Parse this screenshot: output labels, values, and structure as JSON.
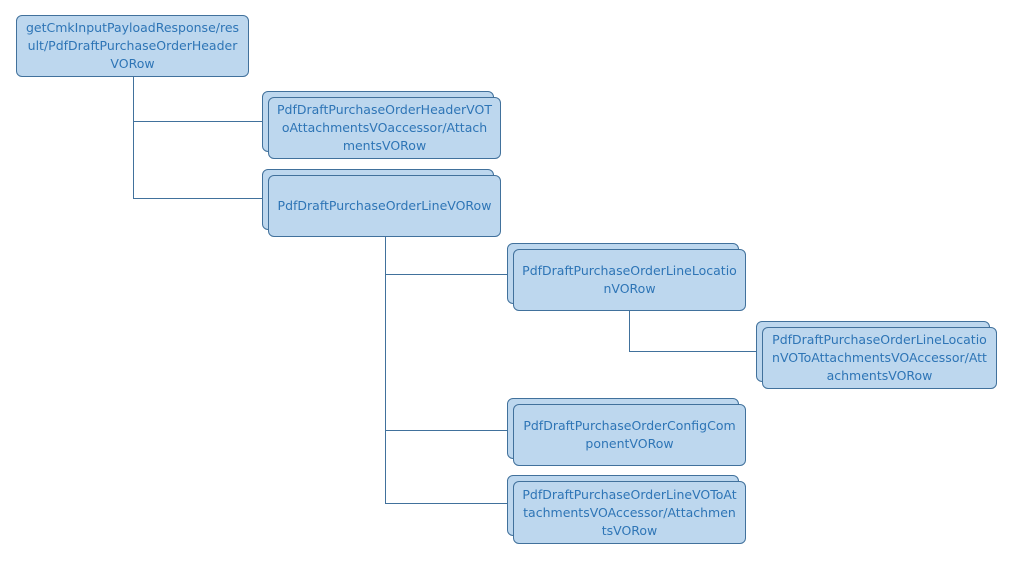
{
  "diagram": {
    "type": "hierarchy",
    "colors": {
      "node_fill": "#bdd7ee",
      "node_border": "#41719c",
      "node_text": "#2e75b6",
      "connector": "#41719c"
    },
    "nodes": {
      "root": {
        "label": "getCmkInputPayloadResponse/result/PdfDraftPurchaseOrderHeaderVORow",
        "stacked": false
      },
      "header_attachments": {
        "label": "PdfDraftPurchaseOrderHeaderVOToAttachmentsVOaccessor/AttachmentsVORow",
        "stacked": true
      },
      "line": {
        "label": "PdfDraftPurchaseOrderLineVORow",
        "stacked": true
      },
      "line_location": {
        "label": "PdfDraftPurchaseOrderLineLocationVORow",
        "stacked": true
      },
      "line_location_attachments": {
        "label": "PdfDraftPurchaseOrderLineLocationVOToAttachmentsVOAccessor/AttachmentsVORow",
        "stacked": true
      },
      "config_component": {
        "label": "PdfDraftPurchaseOrderConfigComponentVORow",
        "stacked": true
      },
      "line_attachments": {
        "label": "PdfDraftPurchaseOrderLineVOToAttachmentsVOAccessor/AttachmentsVORow",
        "stacked": true
      }
    }
  }
}
